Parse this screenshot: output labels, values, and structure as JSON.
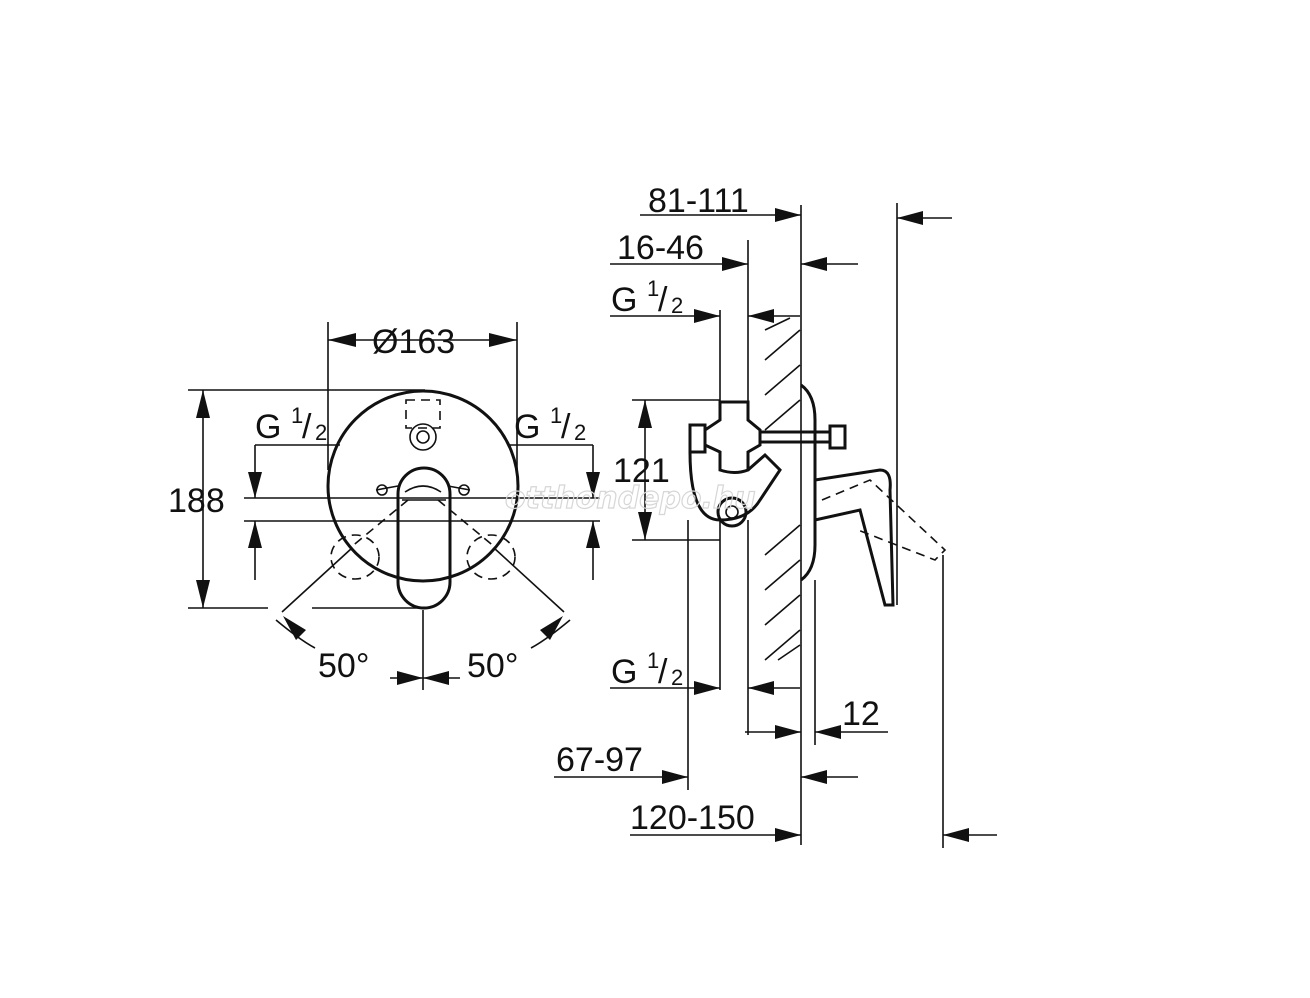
{
  "front_view": {
    "diameter": "Ø163",
    "height": "188",
    "connection_left": "G",
    "connection_right": "G",
    "fraction_num": "1",
    "fraction_den": "2",
    "angle_left": "50°",
    "angle_right": "50°"
  },
  "side_view": {
    "dim_total_wall": "81-111",
    "dim_inlet_depth": "16-46",
    "connection_top": "G",
    "connection_bottom": "G",
    "fraction_num": "1",
    "fraction_den": "2",
    "dim_body_height": "121",
    "dim_plate": "12",
    "dim_outlet_depth": "67-97",
    "dim_total_depth": "120-150"
  },
  "watermark": "otthondepo.hu"
}
